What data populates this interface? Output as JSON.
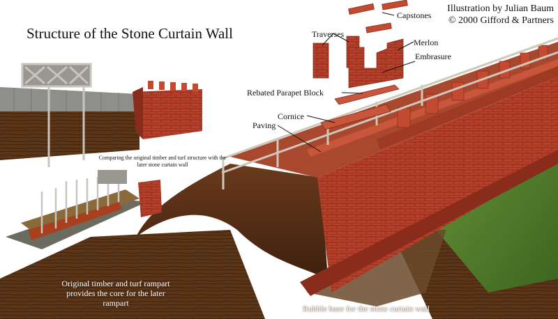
{
  "title": "Structure of the Stone Curtain Wall",
  "credit": {
    "line1": "Illustration by Julian Baum",
    "line2": "© 2000 Gifford & Partners"
  },
  "labels": {
    "capstones": "Capstones",
    "traverses": "Traverses",
    "merlon": "Merlon",
    "embrasure": "Embrasure",
    "rebated_parapet_block": "Rebated Parapet Block",
    "cornice": "Cornice",
    "paving": "Paving"
  },
  "captions": {
    "comparison": "Comparing the original timber and turf structure with the later stone curtain wall",
    "rampart": "Original timber and turf rampart provides the core for the later rampart",
    "rubble": "Rubble base for the stone curtain wall"
  },
  "colors": {
    "brick": "#b8402a",
    "brick_dark": "#8a2c1c",
    "timber": "#5a3518",
    "turf": "#4f7a2a",
    "rail": "#c9c2b5"
  }
}
